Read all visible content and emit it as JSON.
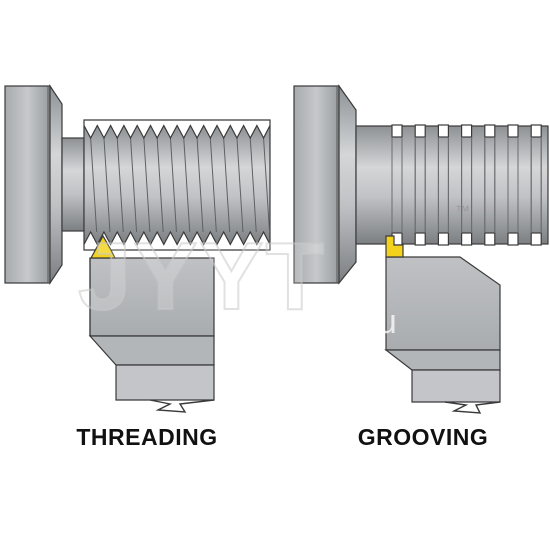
{
  "labels": {
    "threading": "THREADING",
    "grooving": "GROOVING"
  },
  "watermark": {
    "brand": "JYYT",
    "latin": "JiaYou",
    "trademark": "™"
  },
  "colors": {
    "metal_light": "#c9cbcd",
    "metal_mid": "#9ea1a4",
    "metal_dark": "#6d7073",
    "outline": "#3a3a3a",
    "insert": "#f2d21c",
    "text": "#111111"
  },
  "icons": [
    "threaded-bolt-icon",
    "grooved-bolt-icon",
    "lathe-tool-holder-icon",
    "cutting-insert-icon"
  ]
}
